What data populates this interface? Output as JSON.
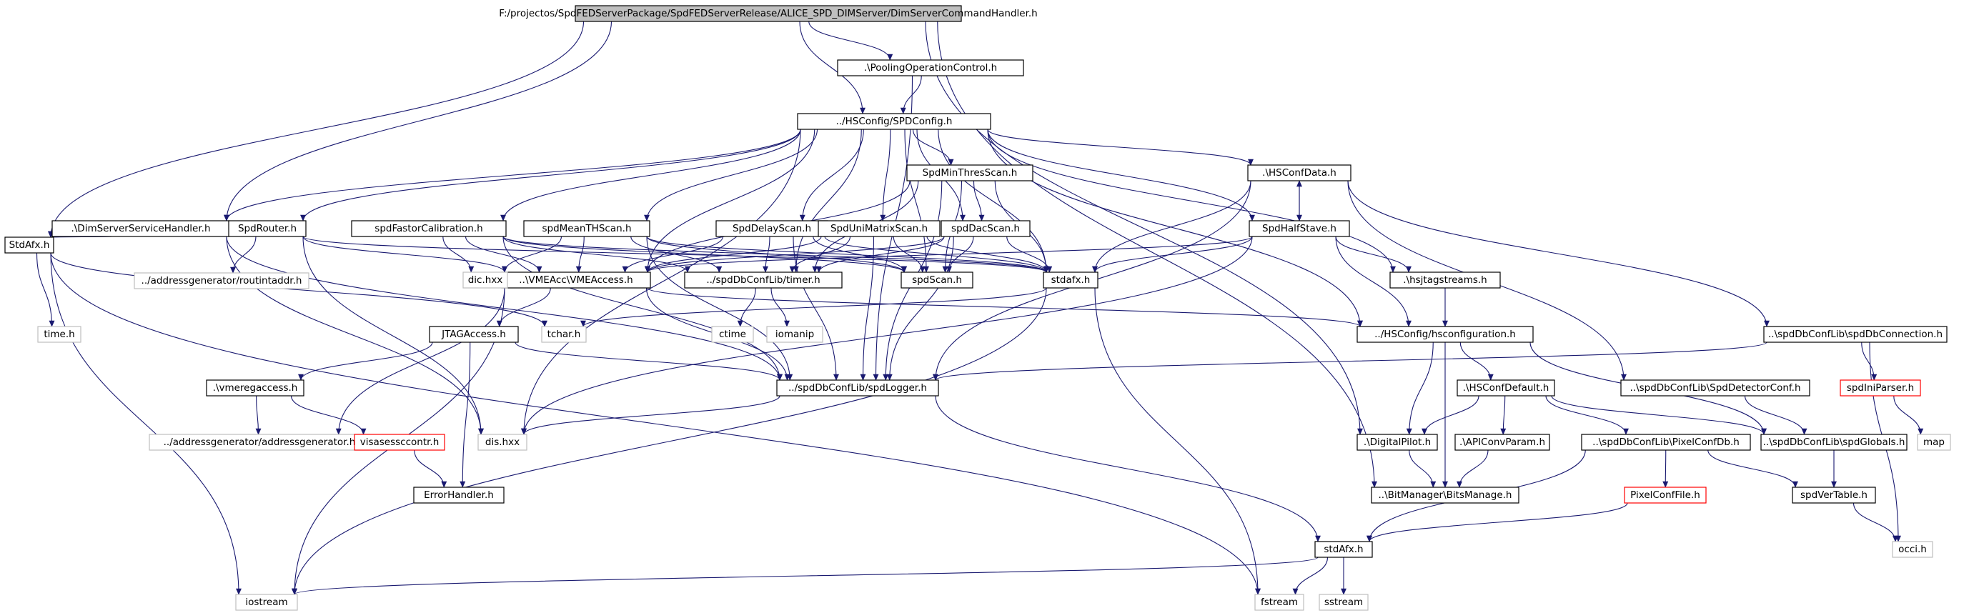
{
  "graph": {
    "nodes": [
      {
        "id": "n_root",
        "label": "F:/projectos/SpdFEDServerPackage/SpdFEDServerRelease/ALICE_SPD_DIMServer/DimServerCommandHandler.h",
        "style": "selected"
      },
      {
        "id": "n_pool",
        "label": ".\\PoolingOperationControl.h",
        "style": "normal"
      },
      {
        "id": "n_spdconfig",
        "label": "../HSConfig/SPDConfig.h",
        "style": "normal"
      },
      {
        "id": "n_dimservice",
        "label": ".\\DimServerServiceHandler.h",
        "style": "normal"
      },
      {
        "id": "n_stdafx_main",
        "label": "StdAfx.h",
        "style": "normal"
      },
      {
        "id": "n_router",
        "label": "SpdRouter.h",
        "style": "normal"
      },
      {
        "id": "n_fastor",
        "label": "spdFastorCalibration.h",
        "style": "normal"
      },
      {
        "id": "n_meanth",
        "label": "spdMeanTHScan.h",
        "style": "normal"
      },
      {
        "id": "n_minthres",
        "label": "SpdMinThresScan.h",
        "style": "normal"
      },
      {
        "id": "n_delay",
        "label": "SpdDelayScan.h",
        "style": "normal"
      },
      {
        "id": "n_unimatrix",
        "label": "SpdUniMatrixScan.h",
        "style": "normal"
      },
      {
        "id": "n_dac",
        "label": "spdDacScan.h",
        "style": "normal"
      },
      {
        "id": "n_hsconfdata",
        "label": ".\\HSConfData.h",
        "style": "normal"
      },
      {
        "id": "n_halfstave",
        "label": "SpdHalfStave.h",
        "style": "normal"
      },
      {
        "id": "n_vmeaccess",
        "label": "..\\VMEAcc\\VMEAccess.h",
        "style": "normal"
      },
      {
        "id": "n_timer",
        "label": "../spdDbConfLib/timer.h",
        "style": "normal"
      },
      {
        "id": "n_spdscan",
        "label": "spdScan.h",
        "style": "normal"
      },
      {
        "id": "n_stdafx_lower",
        "label": "stdafx.h",
        "style": "normal"
      },
      {
        "id": "n_hsjtag",
        "label": ".\\hsjtagstreams.h",
        "style": "normal"
      },
      {
        "id": "n_routintaddr",
        "label": "../addressgenerator/routintaddr.h",
        "style": "external"
      },
      {
        "id": "n_dic",
        "label": "dic.hxx",
        "style": "external"
      },
      {
        "id": "n_time",
        "label": "time.h",
        "style": "external"
      },
      {
        "id": "n_tchar",
        "label": "tchar.h",
        "style": "external"
      },
      {
        "id": "n_ctime",
        "label": "ctime",
        "style": "external"
      },
      {
        "id": "n_iomanip",
        "label": "iomanip",
        "style": "external"
      },
      {
        "id": "n_jtag",
        "label": "JTAGAccess.h",
        "style": "normal"
      },
      {
        "id": "n_hsconfiguration",
        "label": "../HSConfig/hsconfiguration.h",
        "style": "normal"
      },
      {
        "id": "n_dbconnection",
        "label": "..\\spdDbConfLib\\spdDbConnection.h",
        "style": "normal"
      },
      {
        "id": "n_vmeregaccess",
        "label": ".\\vmeregaccess.h",
        "style": "normal"
      },
      {
        "id": "n_logger",
        "label": "../spdDbConfLib/spdLogger.h",
        "style": "normal"
      },
      {
        "id": "n_hsconfdefault",
        "label": ".\\HSConfDefault.h",
        "style": "normal"
      },
      {
        "id": "n_detectorconf",
        "label": "..\\spdDbConfLib\\SpdDetectorConf.h",
        "style": "normal"
      },
      {
        "id": "n_iniparser",
        "label": "spdIniParser.h",
        "style": "missing"
      },
      {
        "id": "n_addrgen",
        "label": "../addressgenerator/addressgenerator.h",
        "style": "external"
      },
      {
        "id": "n_visa",
        "label": "visasessccontr.h",
        "style": "missing"
      },
      {
        "id": "n_dishxx",
        "label": "dis.hxx",
        "style": "external"
      },
      {
        "id": "n_digitalpilot",
        "label": ".\\DigitalPilot.h",
        "style": "normal"
      },
      {
        "id": "n_apiconv",
        "label": ".\\APIConvParam.h",
        "style": "normal"
      },
      {
        "id": "n_pixelconfdb",
        "label": "..\\spdDbConfLib\\PixelConfDb.h",
        "style": "normal"
      },
      {
        "id": "n_globals",
        "label": "..\\spdDbConfLib\\spdGlobals.h",
        "style": "normal"
      },
      {
        "id": "n_map",
        "label": "map",
        "style": "external"
      },
      {
        "id": "n_errorhandler",
        "label": "ErrorHandler.h",
        "style": "normal"
      },
      {
        "id": "n_bitsmanage",
        "label": "..\\BitManager\\BitsManage.h",
        "style": "normal"
      },
      {
        "id": "n_pixelconffile",
        "label": "PixelConfFile.h",
        "style": "missing"
      },
      {
        "id": "n_vertable",
        "label": "spdVerTable.h",
        "style": "normal"
      },
      {
        "id": "n_stdafx_db",
        "label": "stdAfx.h",
        "style": "normal"
      },
      {
        "id": "n_occi",
        "label": "occi.h",
        "style": "external"
      },
      {
        "id": "n_iostream",
        "label": "iostream",
        "style": "external"
      },
      {
        "id": "n_fstream",
        "label": "fstream",
        "style": "external"
      },
      {
        "id": "n_sstream",
        "label": "sstream",
        "style": "external"
      }
    ],
    "edges": [
      [
        "n_root",
        "n_pool"
      ],
      [
        "n_root",
        "n_spdconfig"
      ],
      [
        "n_root",
        "n_dimservice"
      ],
      [
        "n_root",
        "n_stdafx_main"
      ],
      [
        "n_root",
        "n_digitalpilot"
      ],
      [
        "n_root",
        "n_bitsmanage"
      ],
      [
        "n_pool",
        "n_spdconfig"
      ],
      [
        "n_pool",
        "n_logger"
      ],
      [
        "n_spdconfig",
        "n_dimservice"
      ],
      [
        "n_spdconfig",
        "n_router"
      ],
      [
        "n_spdconfig",
        "n_fastor"
      ],
      [
        "n_spdconfig",
        "n_meanth"
      ],
      [
        "n_spdconfig",
        "n_minthres"
      ],
      [
        "n_spdconfig",
        "n_delay"
      ],
      [
        "n_spdconfig",
        "n_unimatrix"
      ],
      [
        "n_spdconfig",
        "n_dac"
      ],
      [
        "n_spdconfig",
        "n_hsconfdata"
      ],
      [
        "n_spdconfig",
        "n_halfstave"
      ],
      [
        "n_spdconfig",
        "n_vmeaccess"
      ],
      [
        "n_spdconfig",
        "n_timer"
      ],
      [
        "n_spdconfig",
        "n_spdscan"
      ],
      [
        "n_spdconfig",
        "n_stdafx_lower"
      ],
      [
        "n_spdconfig",
        "n_hsjtag"
      ],
      [
        "n_spdconfig",
        "n_hsconfiguration"
      ],
      [
        "n_spdconfig",
        "n_dishxx"
      ],
      [
        "n_dimservice",
        "n_stdafx_main"
      ],
      [
        "n_dimservice",
        "n_dishxx"
      ],
      [
        "n_dimservice",
        "n_logger"
      ],
      [
        "n_stdafx_main",
        "n_time"
      ],
      [
        "n_stdafx_main",
        "n_tchar"
      ],
      [
        "n_stdafx_main",
        "n_iostream"
      ],
      [
        "n_stdafx_main",
        "n_fstream"
      ],
      [
        "n_router",
        "n_routintaddr"
      ],
      [
        "n_router",
        "n_vmeaccess"
      ],
      [
        "n_router",
        "n_dishxx"
      ],
      [
        "n_router",
        "n_stdafx_lower"
      ],
      [
        "n_fastor",
        "n_vmeaccess"
      ],
      [
        "n_fastor",
        "n_dic"
      ],
      [
        "n_fastor",
        "n_timer"
      ],
      [
        "n_fastor",
        "n_spdscan"
      ],
      [
        "n_fastor",
        "n_stdafx_lower"
      ],
      [
        "n_fastor",
        "n_logger"
      ],
      [
        "n_meanth",
        "n_vmeaccess"
      ],
      [
        "n_meanth",
        "n_dic"
      ],
      [
        "n_meanth",
        "n_timer"
      ],
      [
        "n_meanth",
        "n_spdscan"
      ],
      [
        "n_meanth",
        "n_stdafx_lower"
      ],
      [
        "n_meanth",
        "n_logger"
      ],
      [
        "n_minthres",
        "n_vmeaccess"
      ],
      [
        "n_minthres",
        "n_timer"
      ],
      [
        "n_minthres",
        "n_spdscan"
      ],
      [
        "n_minthres",
        "n_stdafx_lower"
      ],
      [
        "n_minthres",
        "n_logger"
      ],
      [
        "n_minthres",
        "n_dac"
      ],
      [
        "n_delay",
        "n_vmeaccess"
      ],
      [
        "n_delay",
        "n_timer"
      ],
      [
        "n_delay",
        "n_spdscan"
      ],
      [
        "n_delay",
        "n_stdafx_lower"
      ],
      [
        "n_delay",
        "n_logger"
      ],
      [
        "n_unimatrix",
        "n_vmeaccess"
      ],
      [
        "n_unimatrix",
        "n_timer"
      ],
      [
        "n_unimatrix",
        "n_spdscan"
      ],
      [
        "n_unimatrix",
        "n_stdafx_lower"
      ],
      [
        "n_unimatrix",
        "n_logger"
      ],
      [
        "n_dac",
        "n_vmeaccess"
      ],
      [
        "n_dac",
        "n_timer"
      ],
      [
        "n_dac",
        "n_spdscan"
      ],
      [
        "n_dac",
        "n_stdafx_lower"
      ],
      [
        "n_dac",
        "n_logger"
      ],
      [
        "n_hsconfdata",
        "n_halfstave"
      ],
      [
        "n_hsconfdata",
        "n_stdafx_lower"
      ],
      [
        "n_hsconfdata",
        "n_logger"
      ],
      [
        "n_hsconfdata",
        "n_detectorconf"
      ],
      [
        "n_hsconfdata",
        "n_dbconnection"
      ],
      [
        "n_halfstave",
        "n_hsconfdata"
      ],
      [
        "n_halfstave",
        "n_vmeaccess"
      ],
      [
        "n_halfstave",
        "n_stdafx_lower"
      ],
      [
        "n_halfstave",
        "n_hsjtag"
      ],
      [
        "n_halfstave",
        "n_hsconfiguration"
      ],
      [
        "n_halfstave",
        "n_dishxx"
      ],
      [
        "n_vmeaccess",
        "n_jtag"
      ],
      [
        "n_vmeaccess",
        "n_hsconfiguration"
      ],
      [
        "n_vmeaccess",
        "n_iostream"
      ],
      [
        "n_vmeaccess",
        "n_addrgen"
      ],
      [
        "n_vmeaccess",
        "n_logger"
      ],
      [
        "n_timer",
        "n_ctime"
      ],
      [
        "n_timer",
        "n_iomanip"
      ],
      [
        "n_stdafx_lower",
        "n_tchar"
      ],
      [
        "n_stdafx_lower",
        "n_iostream"
      ],
      [
        "n_stdafx_lower",
        "n_fstream"
      ],
      [
        "n_hsjtag",
        "n_hsconfiguration"
      ],
      [
        "n_jtag",
        "n_vmeregaccess"
      ],
      [
        "n_jtag",
        "n_logger"
      ],
      [
        "n_jtag",
        "n_errorhandler"
      ],
      [
        "n_hsconfiguration",
        "n_hsconfdefault"
      ],
      [
        "n_hsconfiguration",
        "n_digitalpilot"
      ],
      [
        "n_hsconfiguration",
        "n_bitsmanage"
      ],
      [
        "n_hsconfiguration",
        "n_globals"
      ],
      [
        "n_dbconnection",
        "n_logger"
      ],
      [
        "n_dbconnection",
        "n_iniparser"
      ],
      [
        "n_dbconnection",
        "n_occi"
      ],
      [
        "n_vmeregaccess",
        "n_addrgen"
      ],
      [
        "n_vmeregaccess",
        "n_visa"
      ],
      [
        "n_logger",
        "n_dishxx"
      ],
      [
        "n_logger",
        "n_stdafx_db"
      ],
      [
        "n_hsconfdefault",
        "n_digitalpilot"
      ],
      [
        "n_hsconfdefault",
        "n_apiconv"
      ],
      [
        "n_hsconfdefault",
        "n_pixelconfdb"
      ],
      [
        "n_hsconfdefault",
        "n_globals"
      ],
      [
        "n_detectorconf",
        "n_globals"
      ],
      [
        "n_iniparser",
        "n_map"
      ],
      [
        "n_visa",
        "n_errorhandler"
      ],
      [
        "n_digitalpilot",
        "n_bitsmanage"
      ],
      [
        "n_apiconv",
        "n_bitsmanage"
      ],
      [
        "n_pixelconfdb",
        "n_pixelconffile"
      ],
      [
        "n_pixelconfdb",
        "n_vertable"
      ],
      [
        "n_pixelconfdb",
        "n_stdafx_db"
      ],
      [
        "n_globals",
        "n_vertable"
      ],
      [
        "n_pixelconffile",
        "n_stdafx_db"
      ],
      [
        "n_vertable",
        "n_occi"
      ],
      [
        "n_stdafx_db",
        "n_iostream"
      ],
      [
        "n_stdafx_db",
        "n_fstream"
      ],
      [
        "n_stdafx_db",
        "n_sstream"
      ]
    ]
  }
}
